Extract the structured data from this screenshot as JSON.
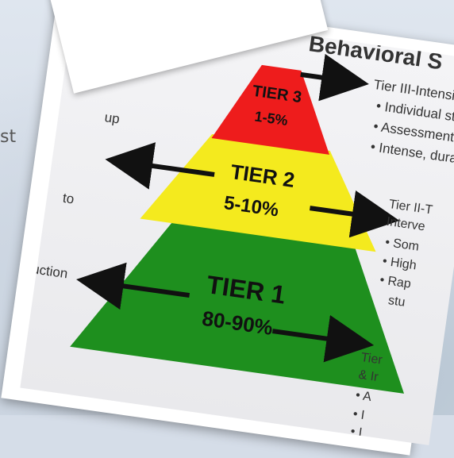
{
  "background": {
    "fragments": [
      "st",
      "to"
    ]
  },
  "slide": {
    "title": "Behavioral S",
    "pyramid": {
      "tier3": {
        "label": "TIER 3",
        "percent": "1-5%",
        "color": "#ee1c1c"
      },
      "tier2": {
        "label": "TIER 2",
        "percent": "5-10%",
        "color": "#f4ea1e"
      },
      "tier1": {
        "label": "TIER 1",
        "percent": "80-90%",
        "color": "#1e8f1e"
      }
    },
    "left_labels": [
      "up",
      "to",
      "uction"
    ],
    "tier3_text": {
      "heading": "Tier III-Intensive &",
      "bullets": [
        "Individual stud",
        "Assessment ba",
        "Intense, durab"
      ]
    },
    "tier2_text": {
      "heading": "Tier II-T",
      "subheading": "Interve",
      "bullets": [
        "Som",
        "High",
        "Rap"
      ],
      "extra": "stu"
    },
    "tier1_text": {
      "heading": "Tier",
      "subheading": "& Ir",
      "bullets": [
        "A",
        "I",
        "I"
      ]
    }
  }
}
